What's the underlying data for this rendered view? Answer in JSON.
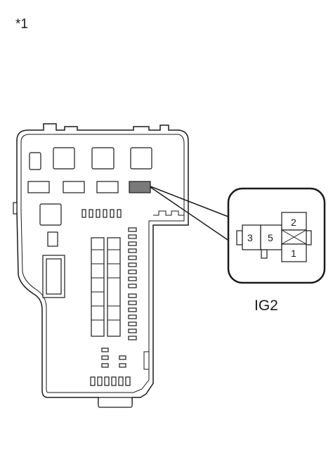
{
  "figure_label": "*1",
  "relay": {
    "name": "IG2",
    "pins": [
      "3",
      "5",
      "2",
      "1"
    ],
    "highlight_color": "#7a7a7a"
  }
}
